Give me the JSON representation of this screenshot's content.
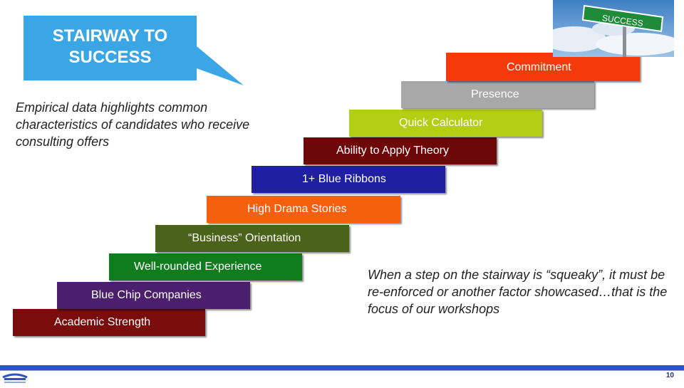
{
  "callout": {
    "title": "STAIRWAY TO\nSUCCESS",
    "color": "#3aa6e6"
  },
  "intro_text": "Empirical data highlights common characteristics of candidates who receive consulting offers",
  "steps": [
    {
      "label": "Academic Strength",
      "color": "#7a0c0c"
    },
    {
      "label": "Blue Chip Companies",
      "color": "#4b1e6e"
    },
    {
      "label": "Well-rounded Experience",
      "color": "#0f7d1e"
    },
    {
      "label": "“Business” Orientation",
      "color": "#4a6219"
    },
    {
      "label": "High Drama Stories",
      "color": "#f5600f"
    },
    {
      "label": "1+ Blue Ribbons",
      "color": "#1f1fa2"
    },
    {
      "label": "Ability to Apply Theory",
      "color": "#6e0808"
    },
    {
      "label": "Quick Calculator",
      "color": "#b3cf15"
    },
    {
      "label": "Presence",
      "color": "#a8a8a8"
    },
    {
      "label": "Commitment",
      "color": "#f53a0a"
    }
  ],
  "note_text": "When a step on the stairway is “squeaky”, it must be re-enforced or another factor showcased…that is the focus of our workshops",
  "photo": {
    "sign_text": "SUCCESS",
    "icon": "success-sign-photo"
  },
  "footer": {
    "page_number": "10",
    "bar_color": "#2b52c7",
    "logo_icon": "company-logo"
  }
}
